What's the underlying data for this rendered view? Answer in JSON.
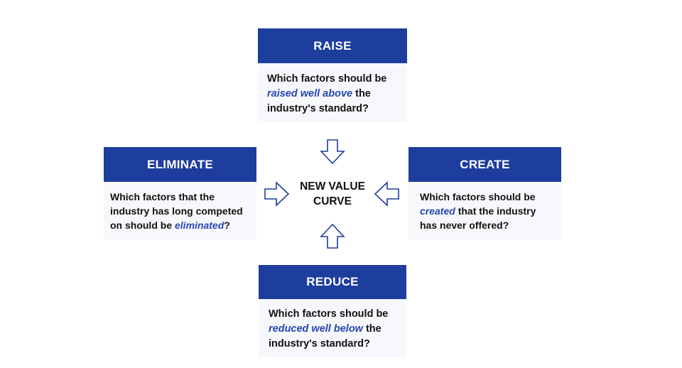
{
  "colors": {
    "header_bg": "#1e3e9e",
    "highlight": "#2747b0",
    "arrow": "#1e3e9e"
  },
  "center": {
    "line1": "NEW VALUE",
    "line2": "CURVE"
  },
  "raise": {
    "title": "RAISE",
    "line1": "Which factors should be",
    "hl": "raised well above",
    "after_hl": " the",
    "line3": "industry's standard?"
  },
  "eliminate": {
    "title": "ELIMINATE",
    "line1": "Which factors that the",
    "line2": "industry has long competed",
    "before_hl": "on should be ",
    "hl": "eliminated",
    "after_hl": "?"
  },
  "create": {
    "title": "CREATE",
    "line1": "Which factors should be",
    "hl": "created",
    "after_hl": " that the industry",
    "line3": "has never offered?"
  },
  "reduce": {
    "title": "REDUCE",
    "line1": "Which factors should be",
    "hl": "reduced well below",
    "after_hl": " the",
    "line3": "industry's standard?"
  },
  "icons": [
    "arrow-down-icon",
    "arrow-right-icon",
    "arrow-left-icon",
    "arrow-up-icon"
  ]
}
